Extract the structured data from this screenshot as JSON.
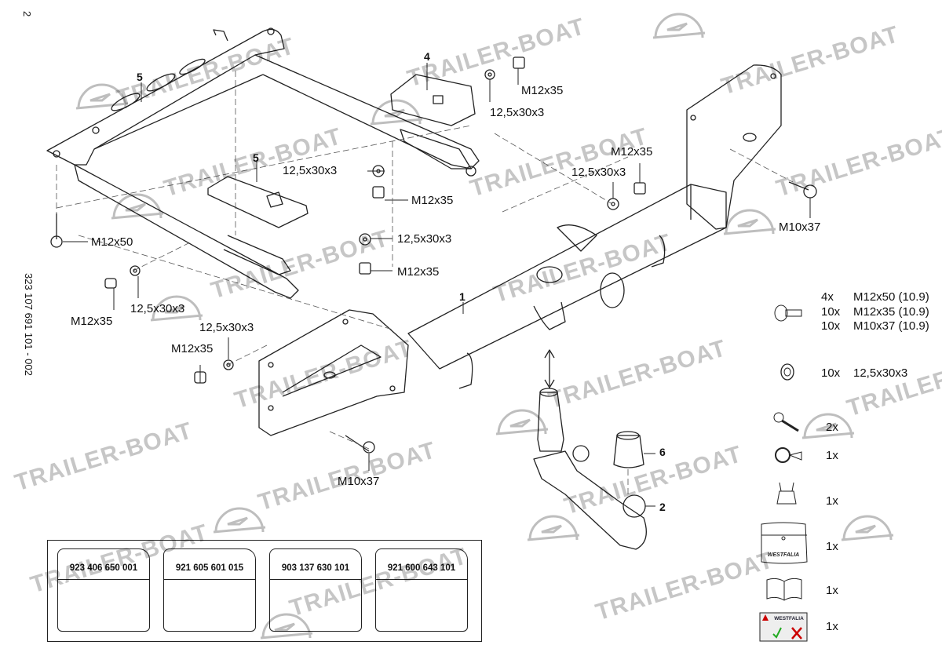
{
  "page_number": "2",
  "document_id": "323 107 691 101 - 002",
  "watermark": "TRAILER-BOAT",
  "part_numbers": [
    "1",
    "2",
    "4",
    "5",
    "5",
    "6"
  ],
  "callouts": {
    "m12x35_top": "M12x35",
    "washer_top": "12,5x30x3",
    "washer_mid1": "12,5x30x3",
    "m12x35_mid1": "M12x35",
    "washer_mid2": "12,5x30x3",
    "m12x35_mid2": "M12x35",
    "m12x50": "M12x50",
    "m12x35_left": "M12x35",
    "washer_left": "12,5x30x3",
    "washer_low": "12,5x30x3",
    "m12x35_low": "M12x35",
    "m10x37_bottom": "M10x37",
    "m12x35_right": "M12x35",
    "washer_right": "12,5x30x3",
    "m10x37_right": "M10x37"
  },
  "legend": {
    "bolts": [
      {
        "qty": "4x",
        "spec": "M12x50 (10.9)"
      },
      {
        "qty": "10x",
        "spec": "M12x35 (10.9)"
      },
      {
        "qty": "10x",
        "spec": "M10x37 (10.9)"
      }
    ],
    "washer": {
      "qty": "10x",
      "spec": "12,5x30x3"
    },
    "items": [
      {
        "icon": "key-icon",
        "qty": "2x"
      },
      {
        "icon": "key-ring-icon",
        "qty": "1x"
      },
      {
        "icon": "socket-cover-icon",
        "qty": "1x"
      },
      {
        "icon": "pouch-icon",
        "qty": "1x",
        "brand": "WESTFALIA"
      },
      {
        "icon": "manual-book-icon",
        "qty": "1x"
      },
      {
        "icon": "warning-sticker-icon",
        "qty": "1x",
        "brand": "WESTFALIA"
      }
    ]
  },
  "kit_bags": [
    {
      "code": "923 406 650 001"
    },
    {
      "code": "921 605 601 015"
    },
    {
      "code": "903 137 630 101"
    },
    {
      "code": "921 600 643 101"
    }
  ]
}
